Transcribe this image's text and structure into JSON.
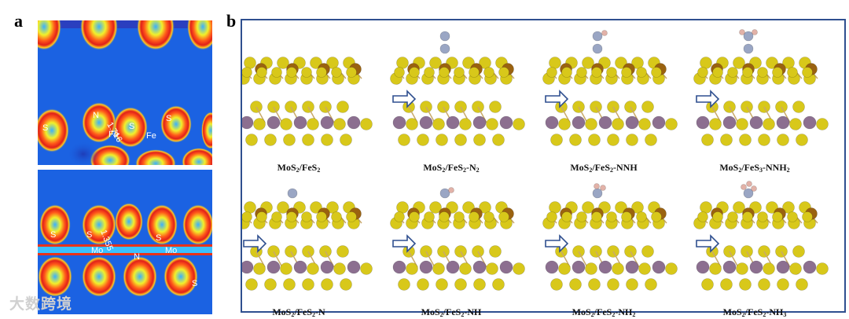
{
  "panel_a": {
    "letter": "a",
    "top_map": {
      "labels": {
        "s1": "S",
        "s2": "S",
        "s3": "S",
        "n": "N",
        "fe1": "Fe",
        "fe2": "Fe",
        "bond": "1.716"
      }
    },
    "bottom_map": {
      "labels": {
        "s1": "S",
        "s2": "S",
        "s3": "S",
        "s4": "S",
        "n": "N",
        "mo1": "Mo",
        "mo2": "Mo",
        "bond": "1.355"
      }
    }
  },
  "panel_b": {
    "letter": "b",
    "structures": [
      {
        "base": "MoS",
        "sub1": "2",
        "mid": "/FeS",
        "sub2": "2",
        "suffix": "",
        "sub3": ""
      },
      {
        "base": "MoS",
        "sub1": "2",
        "mid": "/FeS",
        "sub2": "2",
        "suffix": "-N",
        "sub3": "2"
      },
      {
        "base": "MoS",
        "sub1": "2",
        "mid": "/FeS",
        "sub2": "2",
        "suffix": "-NNH",
        "sub3": ""
      },
      {
        "base": "MoS",
        "sub1": "2",
        "mid": "/FeS",
        "sub2": "3",
        "suffix": "-NNH",
        "sub3": "2"
      },
      {
        "base": "MoS",
        "sub1": "2",
        "mid": "/FeS",
        "sub2": "2",
        "suffix": "-N",
        "sub3": ""
      },
      {
        "base": "MoS",
        "sub1": "2",
        "mid": "/FeS",
        "sub2": "2",
        "suffix": "-NH",
        "sub3": ""
      },
      {
        "base": "MoS",
        "sub1": "2",
        "mid": "/FeS",
        "sub2": "2",
        "suffix": "-NH",
        "sub3": "2"
      },
      {
        "base": "MoS",
        "sub1": "2",
        "mid": "/FeS",
        "sub2": "2",
        "suffix": "-NH",
        "sub3": "3"
      }
    ]
  },
  "watermark": {
    "text": "大数跨境"
  },
  "colors": {
    "frame": "#2f4f8f",
    "sulfur": "#d8c81a",
    "iron": "#9a6210",
    "molybdenum": "#8c6f90",
    "nitrogen": "#9aa6c4",
    "hydrogen": "#e2b2a8",
    "arrow": "#2f4f8f"
  }
}
